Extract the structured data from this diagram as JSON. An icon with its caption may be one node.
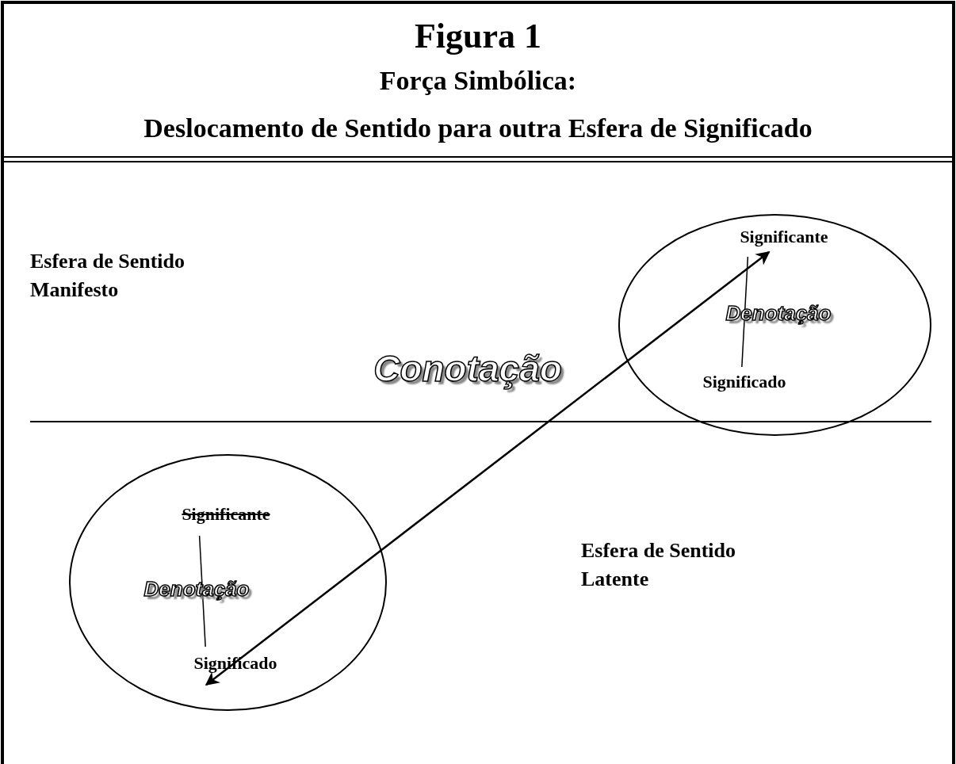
{
  "diagram": {
    "title": "Figura 1",
    "nodes": [
      {
        "text": [],
        "shape": "ellipse"
      },
      {
        "text": [
          "Significante"
        ],
        "in": 0
      },
      {
        "text": [
          "Significado"
        ],
        "in": 0
      },
      {
        "text": [],
        "shape": "ellipse"
      },
      {
        "text": [
          "Significante"
        ],
        "in": 3
      },
      {
        "text": [
          "Significado"
        ],
        "in": 3
      }
    ],
    "edges": [
      {
        "from": 5,
        "to": 1,
        "arrow": "both",
        "label": "Conotação"
      },
      {
        "from": 1,
        "to": 2,
        "arrow": "none",
        "label": "Denotação"
      },
      {
        "from": 4,
        "to": 5,
        "arrow": "none",
        "label": "Denotação"
      }
    ],
    "labels": [
      "Força Simbólica:",
      "Deslocamento de Sentido para outra Esfera de Significado",
      "Esfera de Sentido Manifesto",
      "Esfera de Sentido Latente"
    ]
  }
}
